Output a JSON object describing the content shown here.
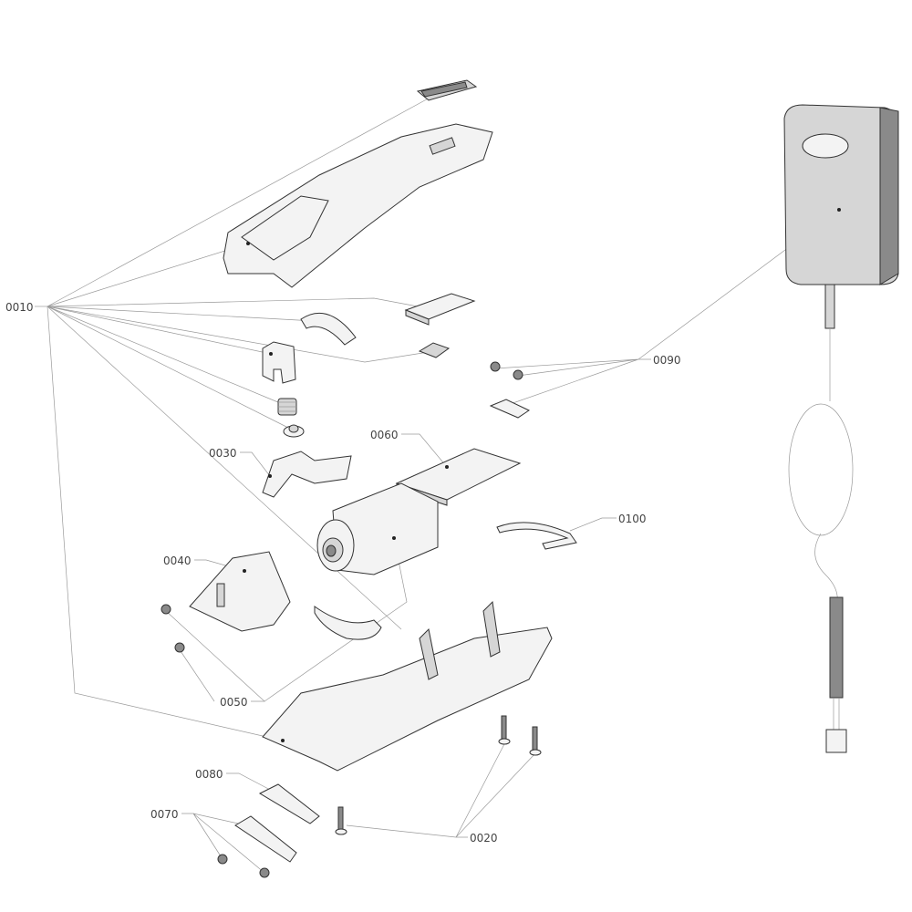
{
  "diagram": {
    "type": "exploded-parts-view",
    "part_labels": {
      "p0010": "0010",
      "p0020": "0020",
      "p0030": "0030",
      "p0040": "0040",
      "p0050": "0050",
      "p0060": "0060",
      "p0070": "0070",
      "p0080": "0080",
      "p0090": "0090",
      "p0100": "0100"
    }
  }
}
